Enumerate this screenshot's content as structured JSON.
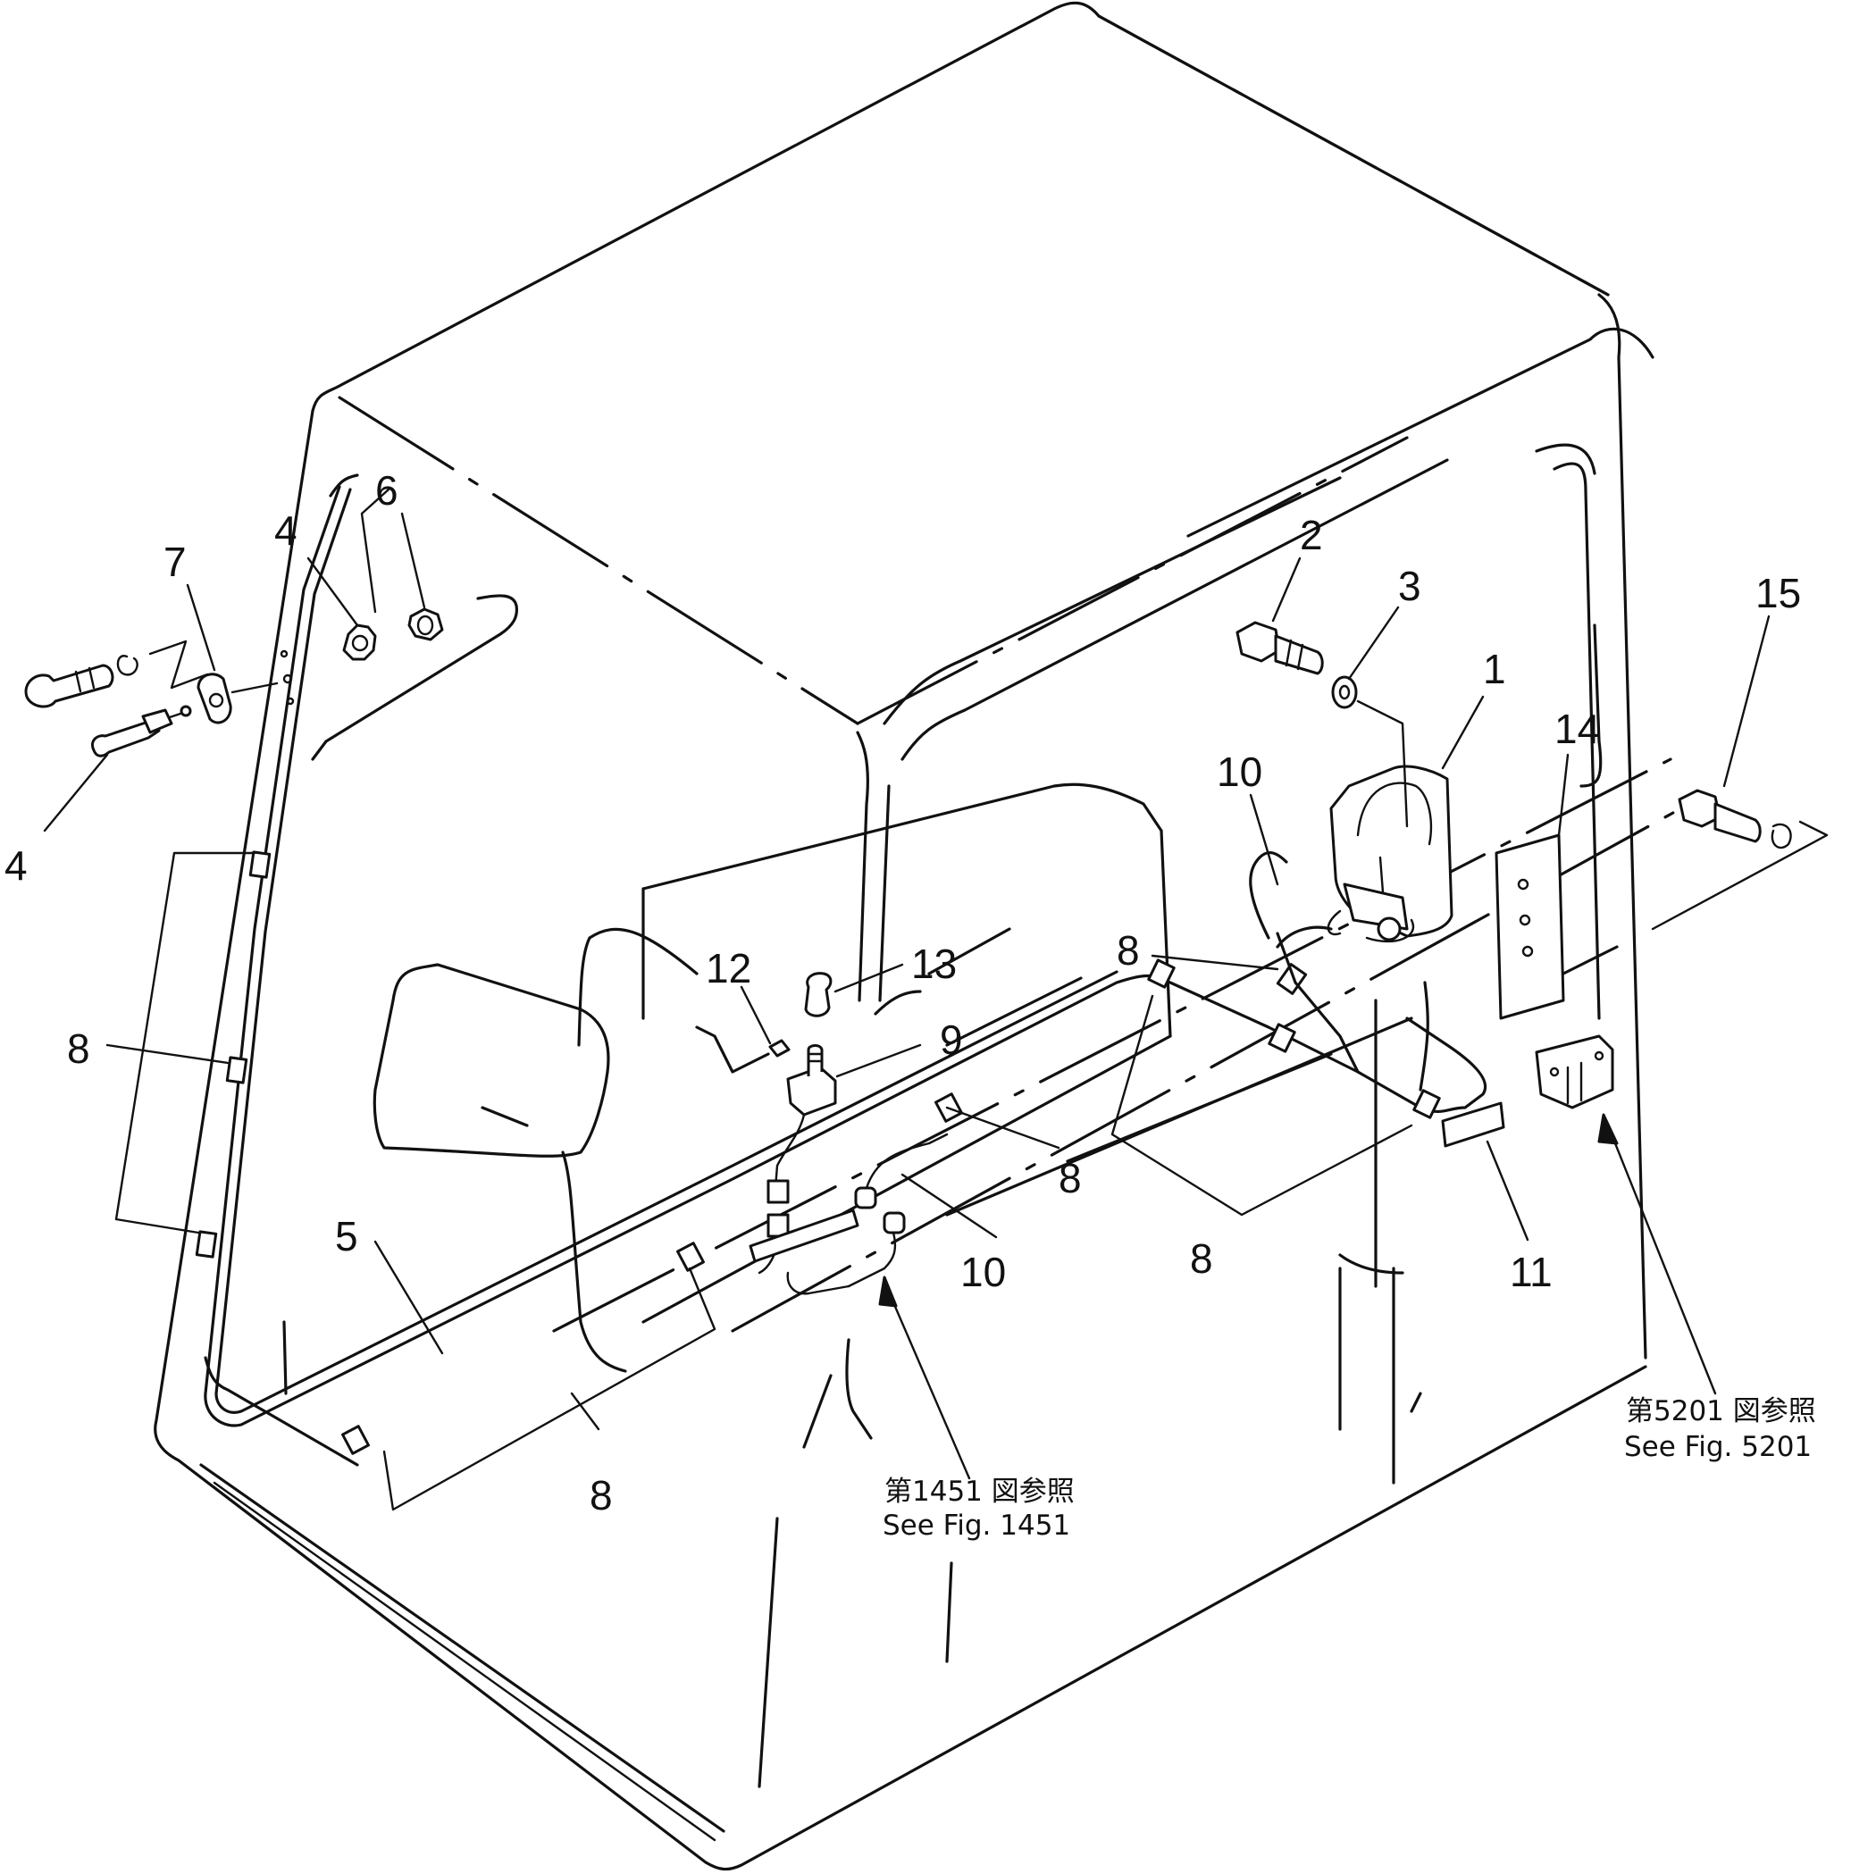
{
  "callouts": [
    {
      "id": "1",
      "text": "1"
    },
    {
      "id": "2",
      "text": "2"
    },
    {
      "id": "3",
      "text": "3"
    },
    {
      "id": "4a",
      "text": "4"
    },
    {
      "id": "4b",
      "text": "4"
    },
    {
      "id": "5",
      "text": "5"
    },
    {
      "id": "6",
      "text": "6"
    },
    {
      "id": "7",
      "text": "7"
    },
    {
      "id": "8a",
      "text": "8"
    },
    {
      "id": "8b",
      "text": "8"
    },
    {
      "id": "8c",
      "text": "8"
    },
    {
      "id": "8d",
      "text": "8"
    },
    {
      "id": "8e",
      "text": "8"
    },
    {
      "id": "9",
      "text": "9"
    },
    {
      "id": "10a",
      "text": "10"
    },
    {
      "id": "10b",
      "text": "10"
    },
    {
      "id": "11",
      "text": "11"
    },
    {
      "id": "12",
      "text": "12"
    },
    {
      "id": "13",
      "text": "13"
    },
    {
      "id": "14",
      "text": "14"
    },
    {
      "id": "15",
      "text": "15"
    }
  ],
  "references": {
    "fig1451": {
      "jp": "第1451 図参照",
      "en": "See Fig. 1451"
    },
    "fig5201": {
      "jp": "第5201 図参照",
      "en": "See Fig. 5201"
    }
  }
}
